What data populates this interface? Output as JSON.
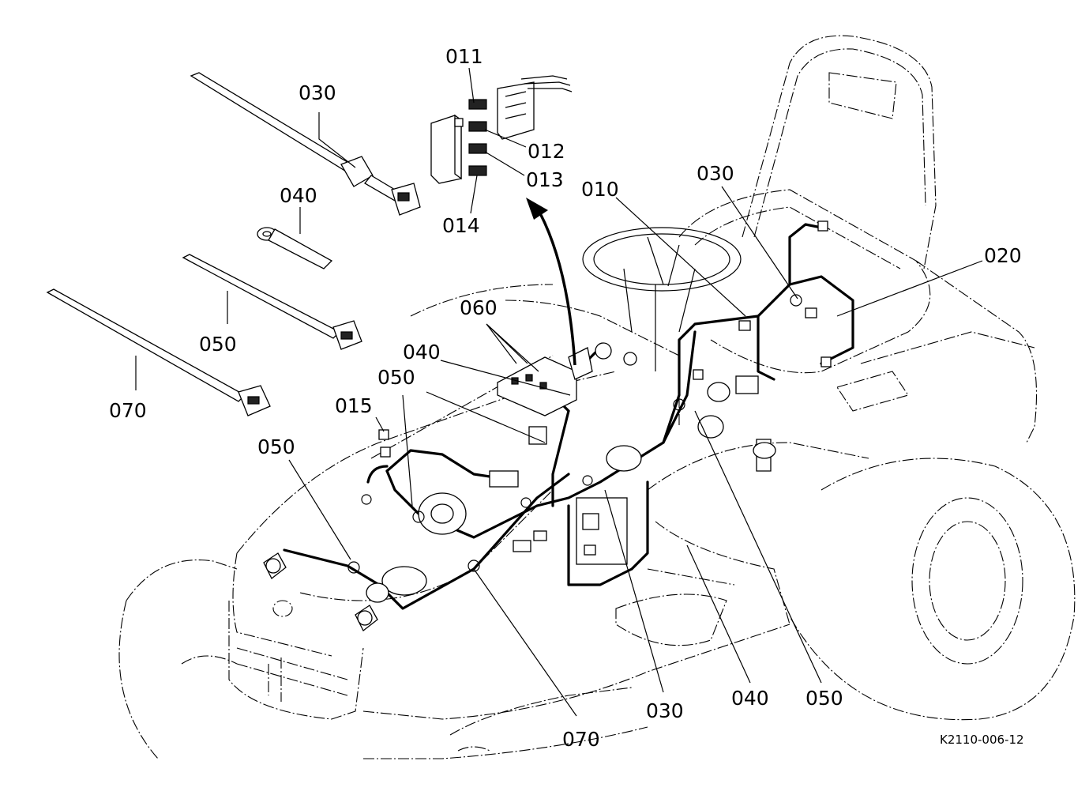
{
  "diagram": {
    "callouts": [
      {
        "id": "c030a",
        "text": "030"
      },
      {
        "id": "c040a",
        "text": "040"
      },
      {
        "id": "c050a",
        "text": "050"
      },
      {
        "id": "c070a",
        "text": "070"
      },
      {
        "id": "c011",
        "text": "011"
      },
      {
        "id": "c012",
        "text": "012"
      },
      {
        "id": "c013",
        "text": "013"
      },
      {
        "id": "c014",
        "text": "014"
      },
      {
        "id": "c010",
        "text": "010"
      },
      {
        "id": "c030b",
        "text": "030"
      },
      {
        "id": "c020",
        "text": "020"
      },
      {
        "id": "c060",
        "text": "060"
      },
      {
        "id": "c040b",
        "text": "040"
      },
      {
        "id": "c050b",
        "text": "050"
      },
      {
        "id": "c015",
        "text": "015"
      },
      {
        "id": "c050c",
        "text": "050"
      },
      {
        "id": "c030c",
        "text": "030"
      },
      {
        "id": "c040c",
        "text": "040"
      },
      {
        "id": "c050d",
        "text": "050"
      },
      {
        "id": "c070b",
        "text": "070"
      }
    ],
    "reference_code": "K2110-006-12"
  }
}
